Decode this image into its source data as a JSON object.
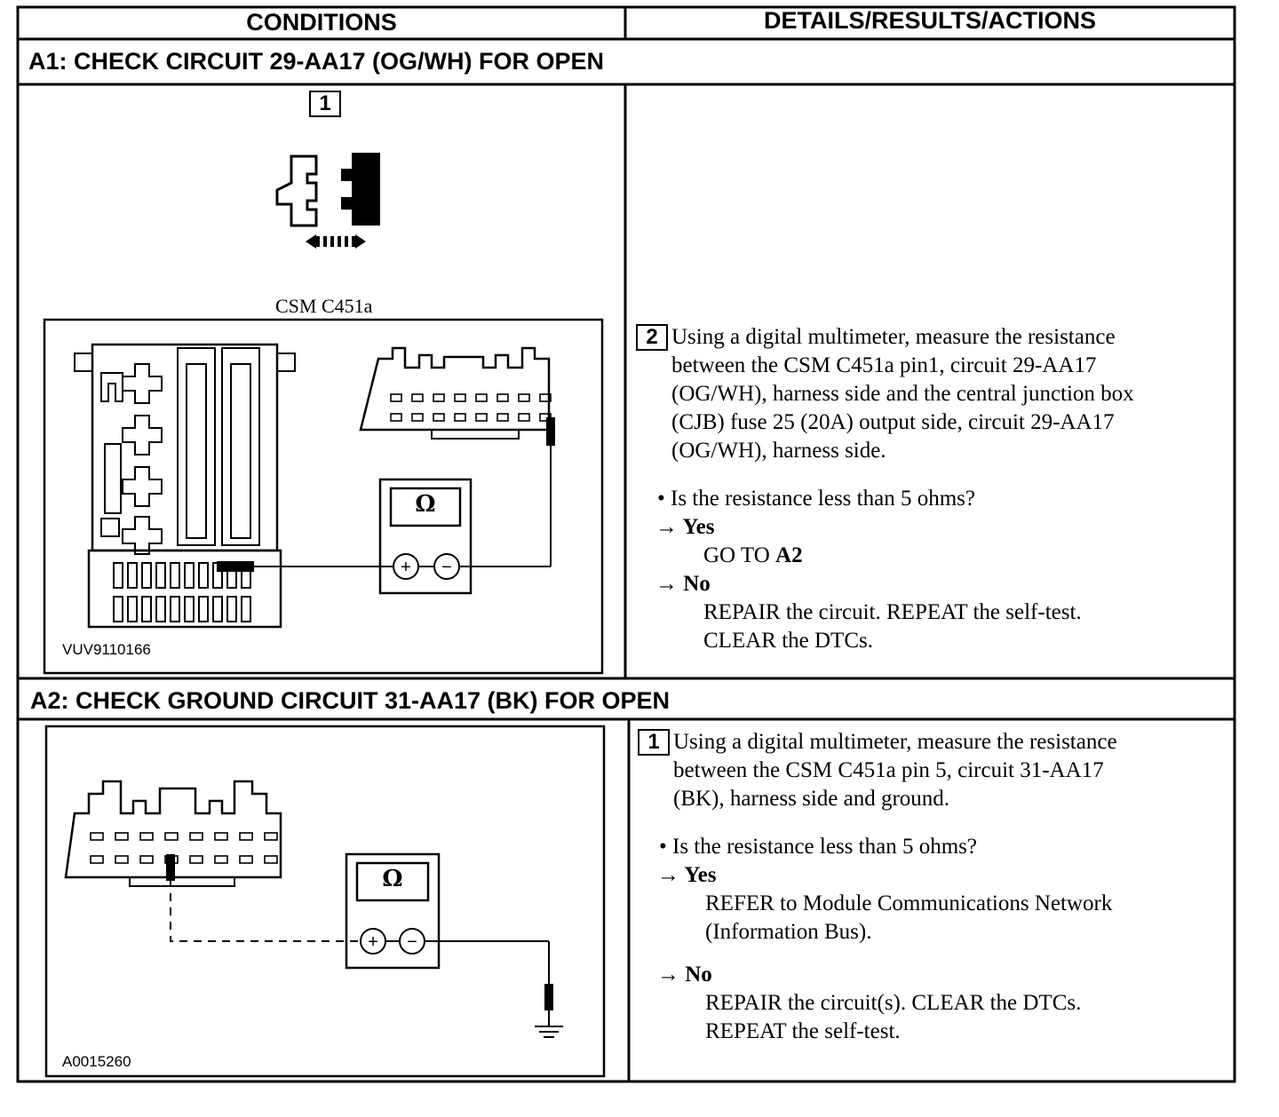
{
  "header": {
    "conditions": "CONDITIONS",
    "details": "DETAILS/RESULTS/ACTIONS"
  },
  "a1": {
    "title": "A1: CHECK CIRCUIT 29-AA17 (OG/WH) FOR OPEN",
    "step1_num": "1",
    "connector_label": "CSM C451a",
    "figure_id": "VUV9110166",
    "meter_symbol": "Ω",
    "step2_num": "2",
    "step2_lines": [
      "Using a digital multimeter, measure the resistance",
      "between the CSM C451a pin1, circuit 29-AA17",
      "(OG/WH), harness side and the central junction box",
      "(CJB) fuse 25 (20A) output side, circuit 29-AA17",
      "(OG/WH), harness side."
    ],
    "question": "• Is the resistance less than 5 ohms?",
    "yes_label": "→ Yes",
    "yes_action_prefix": "GO TO ",
    "yes_action_target": "A2",
    "no_label": "→ No",
    "no_action_lines": [
      "REPAIR the circuit. REPEAT the self-test.",
      "CLEAR the DTCs."
    ]
  },
  "a2": {
    "title": "A2: CHECK GROUND CIRCUIT 31-AA17 (BK) FOR OPEN",
    "figure_id": "A0015260",
    "meter_symbol": "Ω",
    "step1_num": "1",
    "step1_lines": [
      "Using a digital multimeter, measure the resistance",
      "between the CSM C451a pin 5, circuit 31-AA17",
      "(BK), harness side and ground."
    ],
    "question": "• Is the resistance less than 5 ohms?",
    "yes_label": "→ Yes",
    "yes_action_lines": [
      "REFER to Module Communications Network",
      "(Information Bus)."
    ],
    "no_label": "→ No",
    "no_action_lines": [
      "REPAIR the circuit(s). CLEAR the DTCs.",
      "REPEAT the self-test."
    ]
  }
}
